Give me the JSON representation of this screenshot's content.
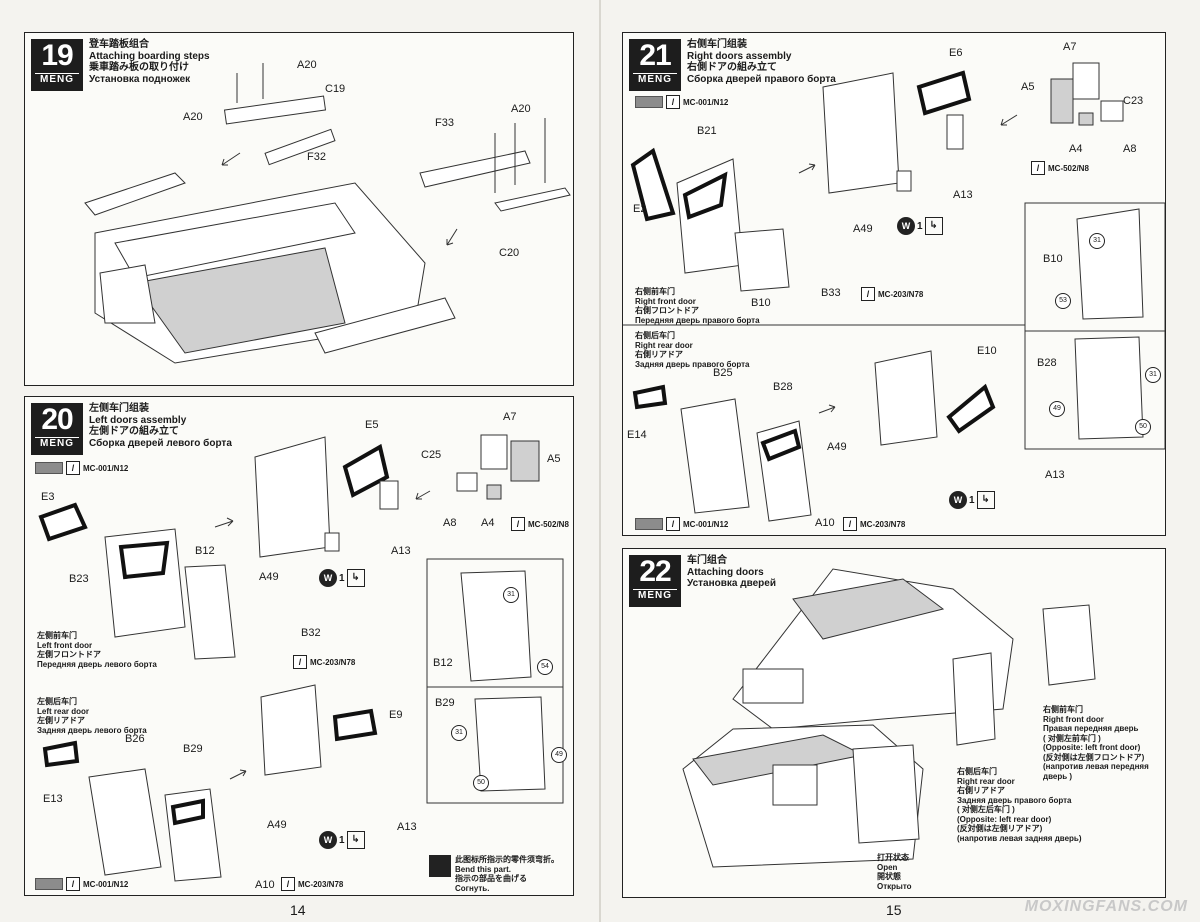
{
  "brand": "MENG",
  "step19": {
    "num": "19",
    "title_zh": "登车踏板组合",
    "title_en": "Attaching boarding steps",
    "title_jp": "乗車踏み板の取り付け",
    "title_ru": "Установка подножек",
    "labels": [
      "A20",
      "C19",
      "A20",
      "F32",
      "F33",
      "A20",
      "C20"
    ]
  },
  "step20": {
    "num": "20",
    "title_zh": "左侧车门组装",
    "title_en": "Left doors assembly",
    "title_jp": "左側ドアの組み立て",
    "title_ru": "Сборка дверей левого борта",
    "front": {
      "zh": "左侧前车门",
      "en": "Left front door",
      "jp": "左側フロントドア",
      "ru": "Передняя дверь левого борта"
    },
    "rear": {
      "zh": "左侧后车门",
      "en": "Left rear door",
      "jp": "左側リアドア",
      "ru": "Задняя дверь левого борта"
    },
    "labels": [
      "E5",
      "C25",
      "A7",
      "A5",
      "A8",
      "A4",
      "E3",
      "B23",
      "B12",
      "A49",
      "A13",
      "B32",
      "B12",
      "B26",
      "B29",
      "E9",
      "E13",
      "A49",
      "A13",
      "A10",
      "B29"
    ],
    "paint": [
      "MC-001/N12",
      "MC-502/N8",
      "MC-203/N78",
      "MC-001/N12",
      "MC-203/N78"
    ],
    "bend": {
      "zh": "此图标所指示的零件须弯折。",
      "en": "Bend this part.",
      "jp": "指示の部品を曲げる",
      "ru": "Согнуть."
    },
    "circles": [
      "31",
      "54",
      "31",
      "49",
      "50"
    ]
  },
  "step21": {
    "num": "21",
    "title_zh": "右侧车门组装",
    "title_en": "Right doors assembly",
    "title_jp": "右側ドアの組み立て",
    "title_ru": "Сборка дверей правого борта",
    "front": {
      "zh": "右侧前车门",
      "en": "Right front door",
      "jp": "右側フロントドア",
      "ru": "Передняя дверь правого борта"
    },
    "rear": {
      "zh": "右侧后车门",
      "en": "Right rear door",
      "jp": "右側リアドア",
      "ru": "Задняя дверь правого борта"
    },
    "labels": [
      "E6",
      "A7",
      "A5",
      "C23",
      "A4",
      "A8",
      "B21",
      "E2",
      "A13",
      "A49",
      "B10",
      "B33",
      "B10",
      "E10",
      "B25",
      "B28",
      "E14",
      "A49",
      "A13",
      "A10",
      "B28"
    ],
    "paint": [
      "MC-001/N12",
      "MC-502/N8",
      "MC-203/N78",
      "MC-001/N12",
      "MC-203/N78"
    ],
    "circles": [
      "31",
      "53",
      "31",
      "49",
      "50"
    ]
  },
  "step22": {
    "num": "22",
    "title_zh": "车门组合",
    "title_en": "Attaching doors",
    "title_ru": "Установка дверей",
    "right_front": {
      "zh": "右侧前车门",
      "en": "Right front door",
      "ru": "Правая передняя дверь",
      "opp_zh": "( 对侧左前车门 )",
      "opp_en": "(Opposite: left front door)",
      "opp_jp": "(反対側は左側フロントドア)",
      "opp_ru": "(напротив левая передняя дверь )"
    },
    "right_rear": {
      "zh": "右侧后车门",
      "en": "Right rear door",
      "jp": "右側リアドア",
      "ru": "Задняя дверь правого борта",
      "opp_zh": "( 对侧左后车门 )",
      "opp_en": "(Opposite: left rear door)",
      "opp_jp": "(反対側は左側リアドア)",
      "opp_ru": "(напротив левая задняя дверь)"
    },
    "open": {
      "zh": "打开状态",
      "en": "Open",
      "jp": "開状態",
      "ru": "Открыто"
    }
  },
  "page_left": "14",
  "page_right": "15",
  "watermark": "MOXINGFANS.COM",
  "colors": {
    "paint_swatch": "#8c8c8c",
    "badge": "#1d1d1d"
  }
}
